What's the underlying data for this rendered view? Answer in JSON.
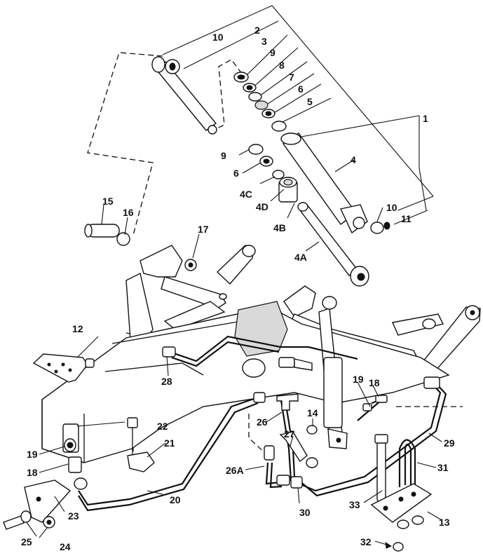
{
  "callouts": [
    {
      "id": "c1",
      "text": "1"
    },
    {
      "id": "c2",
      "text": "2"
    },
    {
      "id": "c3",
      "text": "3"
    },
    {
      "id": "c4",
      "text": "4"
    },
    {
      "id": "c4A",
      "text": "4A"
    },
    {
      "id": "c4B",
      "text": "4B"
    },
    {
      "id": "c4C",
      "text": "4C"
    },
    {
      "id": "c4D",
      "text": "4D"
    },
    {
      "id": "c5",
      "text": "5"
    },
    {
      "id": "c6a",
      "text": "6"
    },
    {
      "id": "c6b",
      "text": "6"
    },
    {
      "id": "c7",
      "text": "7"
    },
    {
      "id": "c8",
      "text": "8"
    },
    {
      "id": "c9a",
      "text": "9"
    },
    {
      "id": "c9b",
      "text": "9"
    },
    {
      "id": "c10a",
      "text": "10"
    },
    {
      "id": "c10b",
      "text": "10"
    },
    {
      "id": "c11",
      "text": "11"
    },
    {
      "id": "c12",
      "text": "12"
    },
    {
      "id": "c13",
      "text": "13"
    },
    {
      "id": "c14",
      "text": "14"
    },
    {
      "id": "c15",
      "text": "15"
    },
    {
      "id": "c16",
      "text": "16"
    },
    {
      "id": "c17",
      "text": "17"
    },
    {
      "id": "c18a",
      "text": "18"
    },
    {
      "id": "c18b",
      "text": "18"
    },
    {
      "id": "c19a",
      "text": "19"
    },
    {
      "id": "c19b",
      "text": "19"
    },
    {
      "id": "c20",
      "text": "20"
    },
    {
      "id": "c21",
      "text": "21"
    },
    {
      "id": "c22",
      "text": "22"
    },
    {
      "id": "c23",
      "text": "23"
    },
    {
      "id": "c24",
      "text": "24"
    },
    {
      "id": "c25",
      "text": "25"
    },
    {
      "id": "c26",
      "text": "26"
    },
    {
      "id": "c26A",
      "text": "26A"
    },
    {
      "id": "c27",
      "text": "27"
    },
    {
      "id": "c28",
      "text": "28"
    },
    {
      "id": "c29",
      "text": "29"
    },
    {
      "id": "c30",
      "text": "30"
    },
    {
      "id": "c31",
      "text": "31"
    },
    {
      "id": "c32",
      "text": "32"
    },
    {
      "id": "c33",
      "text": "33"
    }
  ]
}
